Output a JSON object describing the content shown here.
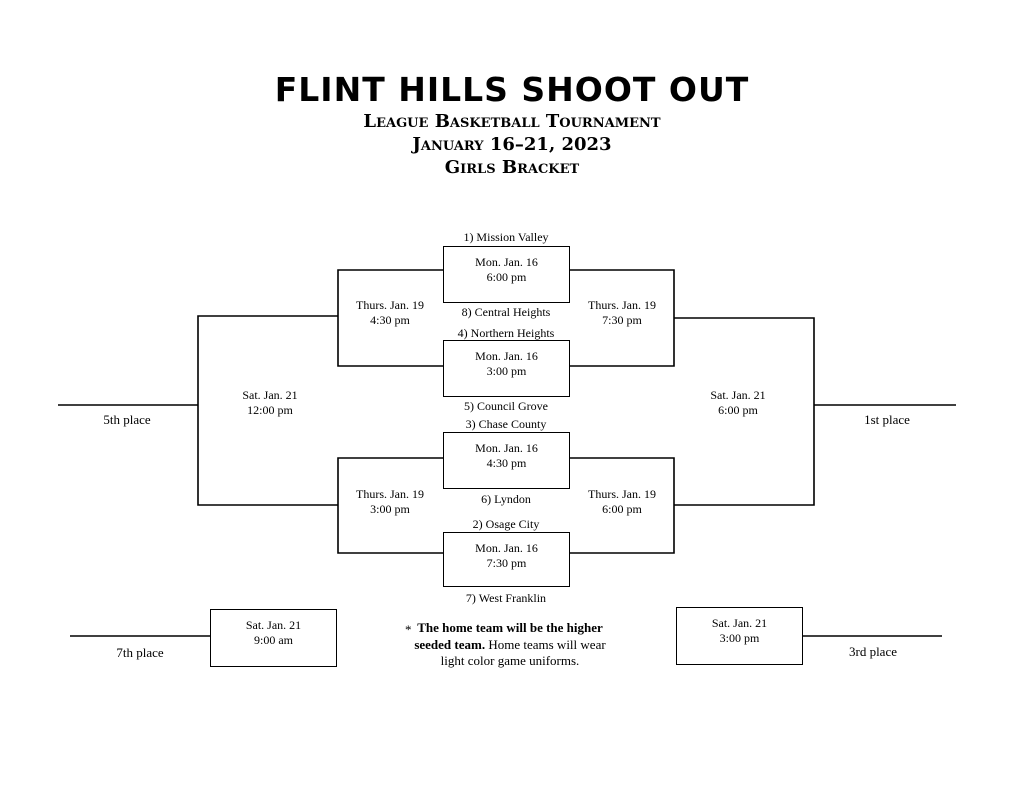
{
  "header": {
    "title": "FLINT HILLS SHOOT OUT",
    "line1": "League Basketball Tournament",
    "line2": "January 16–21, 2023",
    "line3": "Girls Bracket"
  },
  "teams": {
    "seed1": "1) Mission Valley",
    "seed8": "8) Central Heights",
    "seed4": "4) Northern Heights",
    "seed5": "5) Council Grove",
    "seed3": "3) Chase County",
    "seed6": "6) Lyndon",
    "seed2": "2) Osage City",
    "seed7": "7) West Franklin"
  },
  "first_round": {
    "g1": {
      "day": "Mon. Jan. 16",
      "time": "6:00 pm"
    },
    "g2": {
      "day": "Mon. Jan. 16",
      "time": "3:00 pm"
    },
    "g3": {
      "day": "Mon. Jan. 16",
      "time": "4:30 pm"
    },
    "g4": {
      "day": "Mon. Jan. 16",
      "time": "7:30 pm"
    }
  },
  "semis": {
    "left_top": {
      "day": "Thurs. Jan. 19",
      "time": "4:30 pm"
    },
    "left_bottom": {
      "day": "Thurs. Jan. 19",
      "time": "3:00 pm"
    },
    "right_top": {
      "day": "Thurs. Jan. 19",
      "time": "7:30 pm"
    },
    "right_bottom": {
      "day": "Thurs. Jan. 19",
      "time": "6:00 pm"
    }
  },
  "finals": {
    "fifth": {
      "day": "Sat. Jan. 21",
      "time": "12:00 pm",
      "place": "5th place"
    },
    "first": {
      "day": "Sat. Jan. 21",
      "time": "6:00 pm",
      "place": "1st place"
    },
    "seventh": {
      "day": "Sat. Jan. 21",
      "time": "9:00 am",
      "place": "7th place"
    },
    "third": {
      "day": "Sat. Jan. 21",
      "time": "3:00 pm",
      "place": "3rd place"
    }
  },
  "note": {
    "star": "*",
    "bold": "The home team will be the higher seeded team.",
    "rest": "Home teams will wear light color game uniforms."
  }
}
